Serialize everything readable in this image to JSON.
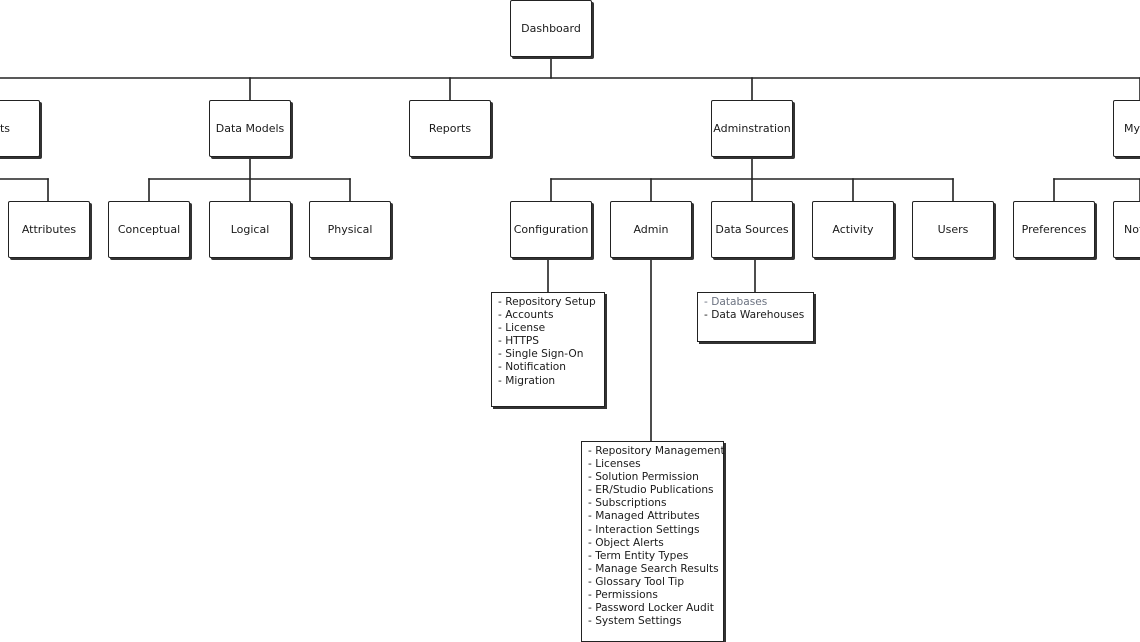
{
  "diagram": {
    "root": {
      "label": "Dashboard"
    },
    "level1": [
      {
        "label": "ects"
      },
      {
        "label": "Data Models"
      },
      {
        "label": "Reports"
      },
      {
        "label": "Adminstration"
      },
      {
        "label": "My"
      }
    ],
    "level2": [
      {
        "label": "Attributes"
      },
      {
        "label": "Conceptual"
      },
      {
        "label": "Logical"
      },
      {
        "label": "Physical"
      },
      {
        "label": "Configuration"
      },
      {
        "label": "Admin"
      },
      {
        "label": "Data Sources"
      },
      {
        "label": "Activity"
      },
      {
        "label": "Users"
      },
      {
        "label": "Preferences"
      },
      {
        "label": "Not"
      }
    ],
    "lists": {
      "configuration": [
        "- Repository Setup",
        "- Accounts",
        "- License",
        "- HTTPS",
        "- Single Sign-On",
        "- Notification",
        "- Migration"
      ],
      "data_sources": [
        "- Databases",
        "- Data Warehouses"
      ],
      "admin": [
        "- Repository Management",
        "- Licenses",
        "- Solution Permission",
        "- ER/Studio Publications",
        "- Subscriptions",
        "- Managed Attributes",
        "- Interaction Settings",
        "- Object Alerts",
        "- Term Entity Types",
        "- Manage Search Results",
        "- Glossary Tool Tip",
        "- Permissions",
        "- Password Locker Audit",
        "- System Settings"
      ]
    }
  }
}
